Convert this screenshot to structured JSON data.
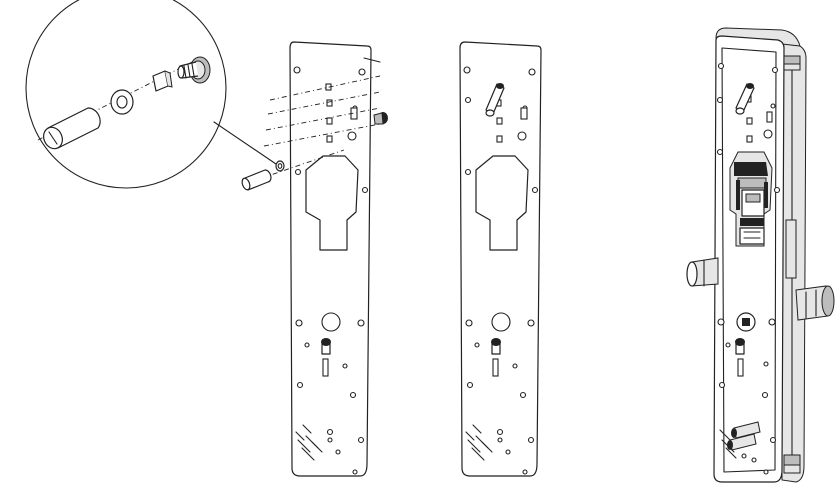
{
  "figure": {
    "panels": [
      "detail-callout",
      "back-plate-with-parts",
      "back-plate-assembled",
      "lock-body-assembled"
    ]
  }
}
